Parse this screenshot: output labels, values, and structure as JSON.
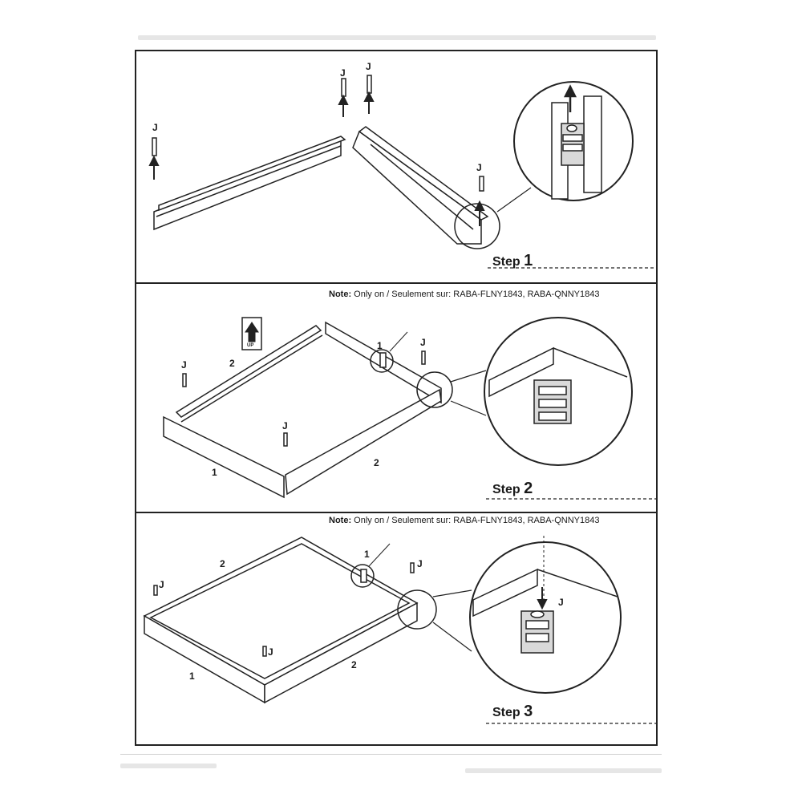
{
  "steps": [
    {
      "label": "Step",
      "number": "1"
    },
    {
      "label": "Step",
      "number": "2"
    },
    {
      "label": "Step",
      "number": "3"
    }
  ],
  "note": {
    "prefix": "Note:",
    "text": "Only on / Seulement sur: RABA-FLNY1843, RABA-QNNY1843"
  },
  "labels": {
    "bolt": "J",
    "up": "UP",
    "part1": "1",
    "part2": "2"
  },
  "colors": {
    "line": "#222222",
    "fill": "#ffffff",
    "shade": "#d9d9d9"
  }
}
